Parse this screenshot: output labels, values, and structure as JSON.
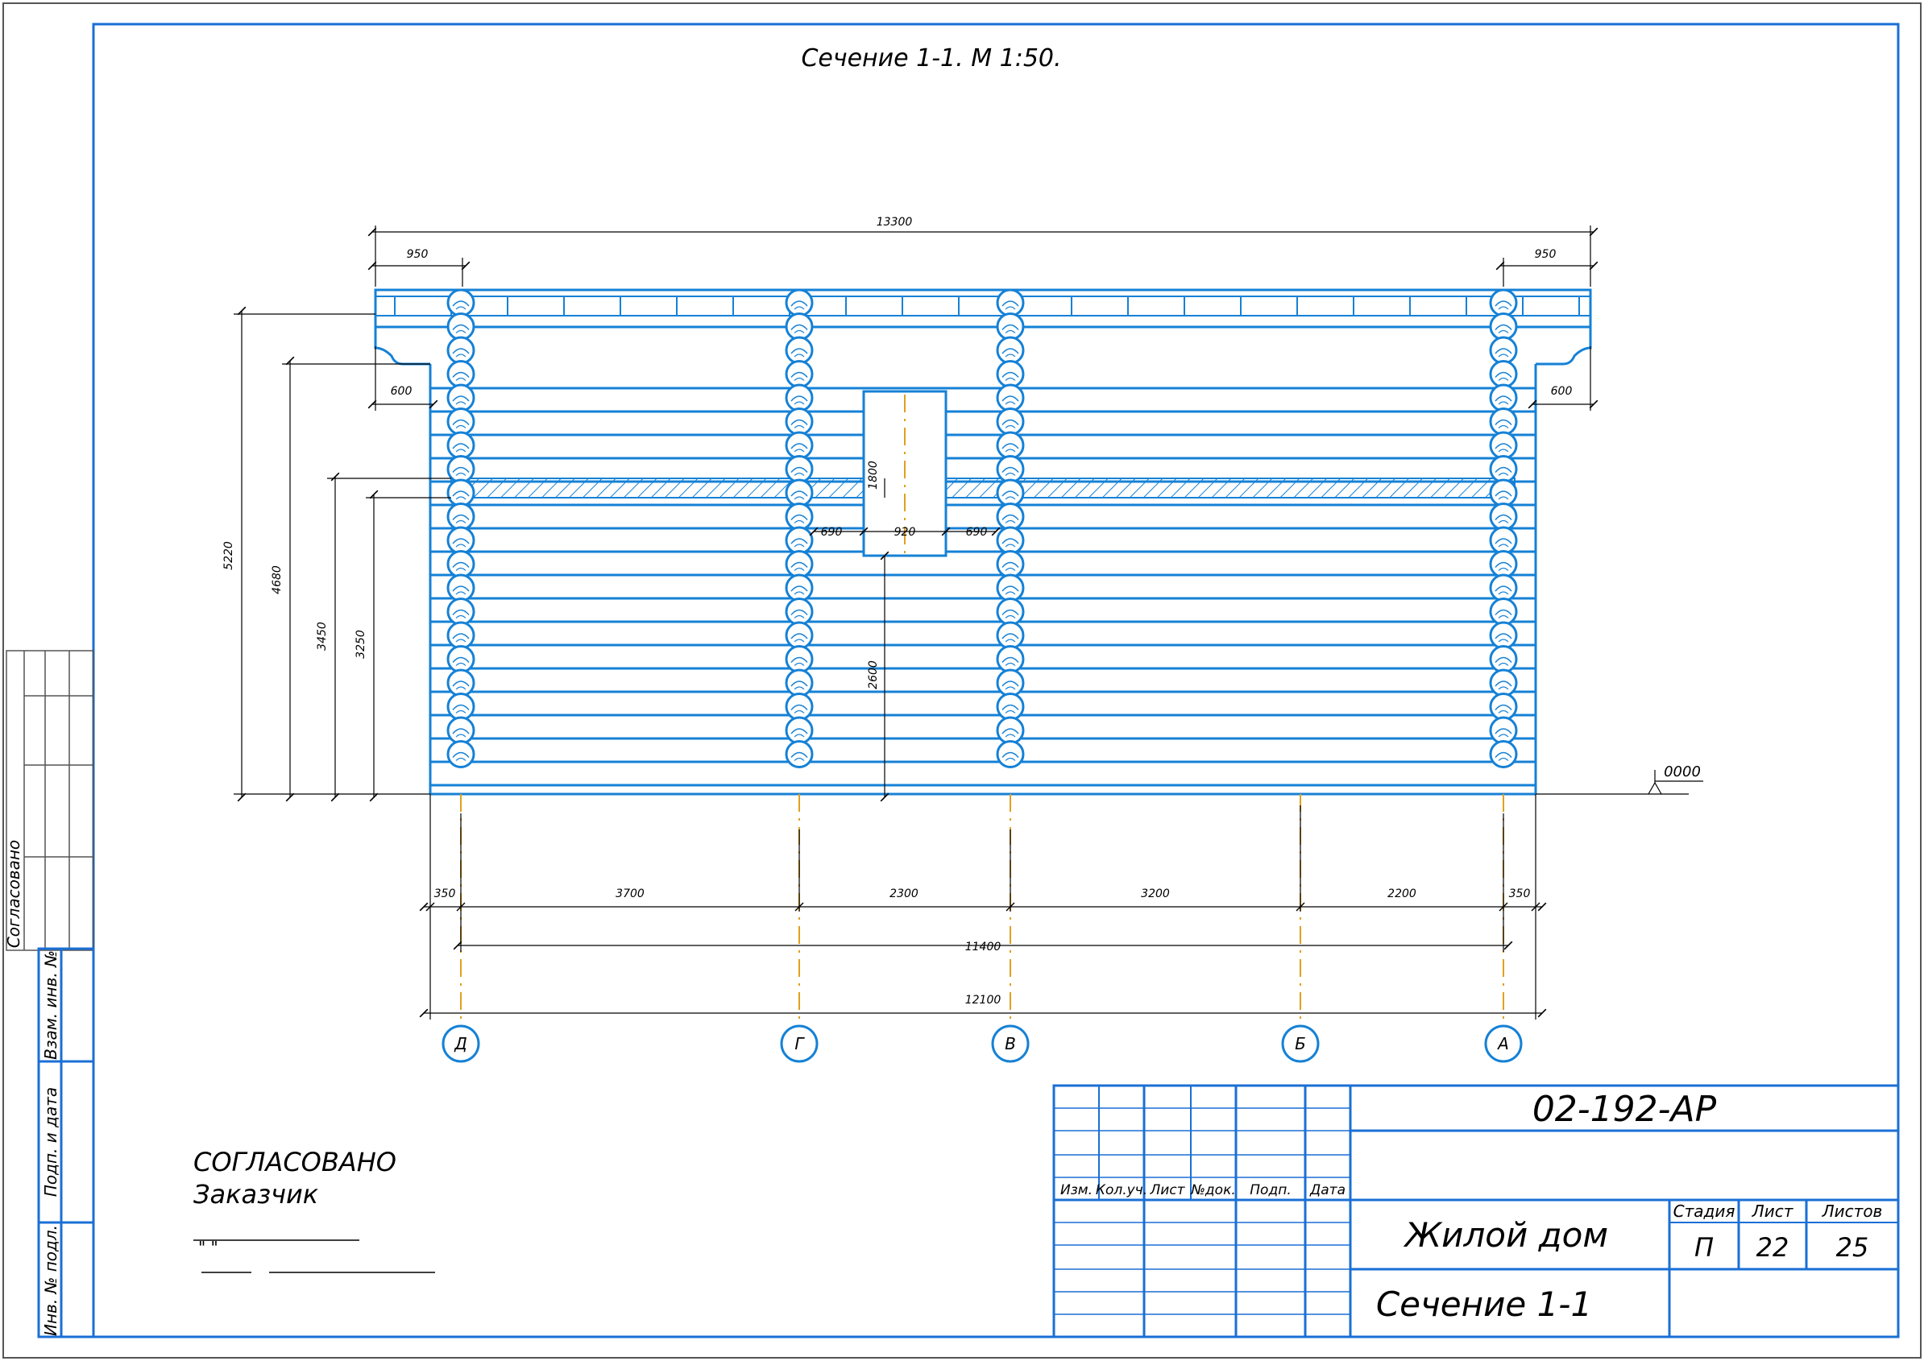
{
  "drawing": {
    "title": "Сечение 1-1. М 1:50.",
    "zero_mark": "0000",
    "dimensions": {
      "overall_top": "13300",
      "eave_left_top": "950",
      "eave_right_top": "950",
      "eave_left_side": "600",
      "eave_right_side": "600",
      "height_total": "5220",
      "height_eave": "4680",
      "height_floor_top": "3450",
      "height_floor_bottom": "3250",
      "opening_height": "1800",
      "door_height": "2600",
      "opening_left_gap": "690",
      "opening_width": "920",
      "opening_right_gap": "690"
    },
    "bottom_dims": [
      "350",
      "3700",
      "2300",
      "3200",
      "2200",
      "350"
    ],
    "axis_span_inner": "11400",
    "axis_span_outer": "12100",
    "axes": [
      "Д",
      "Г",
      "В",
      "Б",
      "А"
    ]
  },
  "side_stamp": {
    "agreed": "Согласовано",
    "inv_replace": "Взам. инв. №",
    "sign_date": "Подп. и дата",
    "inv_orig": "Инв. № подл."
  },
  "approval": {
    "line1": "СОГЛАСОВАНО",
    "line2": "Заказчик",
    "quote_mark": "\"      \""
  },
  "title_block": {
    "code": "02-192-АР",
    "col_headers": [
      "Изм.",
      "Кол.уч.",
      "Лист",
      "№док.",
      "Подп.",
      "Дата"
    ],
    "building": "Жилой дом",
    "sheet_title": "Сечение 1-1",
    "stage_label": "Стадия",
    "sheet_label": "Лист",
    "sheets_label": "Листов",
    "stage": "П",
    "sheet": "22",
    "sheets": "25"
  },
  "colors": {
    "frame": "#1a6fd6",
    "structure": "#1581d6",
    "axis_line": "#e0a020",
    "dim": "#000000"
  }
}
